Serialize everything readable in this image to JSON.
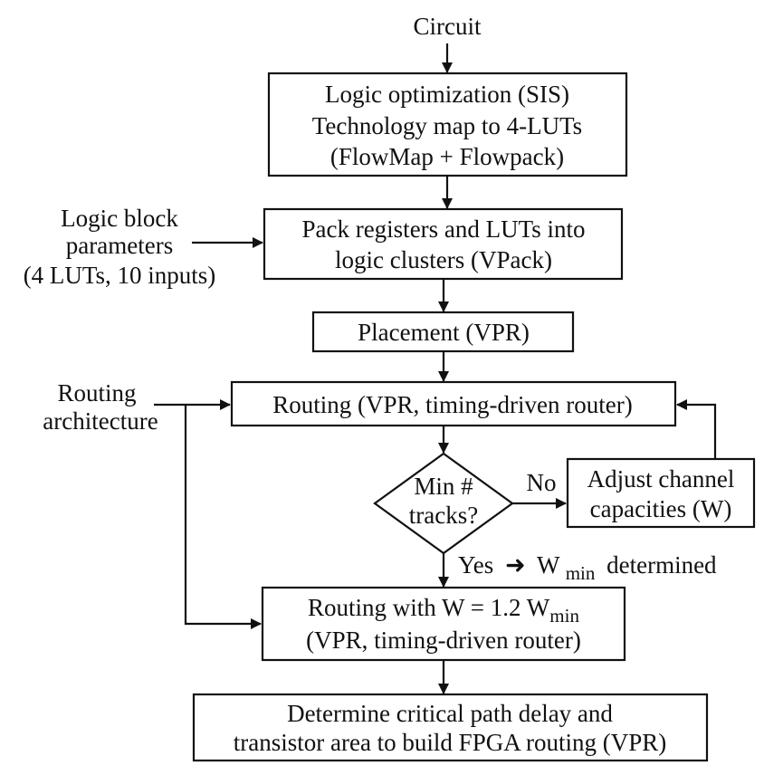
{
  "input": {
    "circuit": "Circuit"
  },
  "logic_opt": {
    "line1": "Logic optimization (SIS)",
    "line2": "Technology map to 4-LUTs",
    "line3": "(FlowMap + Flowpack)"
  },
  "logic_block_params": {
    "line1": "Logic block",
    "line2": "parameters",
    "line3": "(4 LUTs, 10 inputs)"
  },
  "pack": {
    "line1": "Pack registers and LUTs into",
    "line2": "logic clusters (VPack)"
  },
  "placement": {
    "label": "Placement (VPR)"
  },
  "routing_arch": {
    "line1": "Routing",
    "line2": "architecture"
  },
  "routing": {
    "label": "Routing (VPR, timing-driven router)"
  },
  "decision": {
    "line1": "Min #",
    "line2": "tracks?"
  },
  "no_label": "No",
  "adjust": {
    "line1": "Adjust channel",
    "line2": "capacities (W)"
  },
  "yes": {
    "yes": "Yes",
    "arrow": "➜",
    "w": "W",
    "sub": "min",
    "rest": "determined"
  },
  "routing_w": {
    "prefix": "Routing with W = 1.2 W",
    "sub": "min",
    "line2": "(VPR, timing-driven router)"
  },
  "determine": {
    "line1": "Determine critical path delay and",
    "line2": "transistor area to build FPGA routing (VPR)"
  }
}
